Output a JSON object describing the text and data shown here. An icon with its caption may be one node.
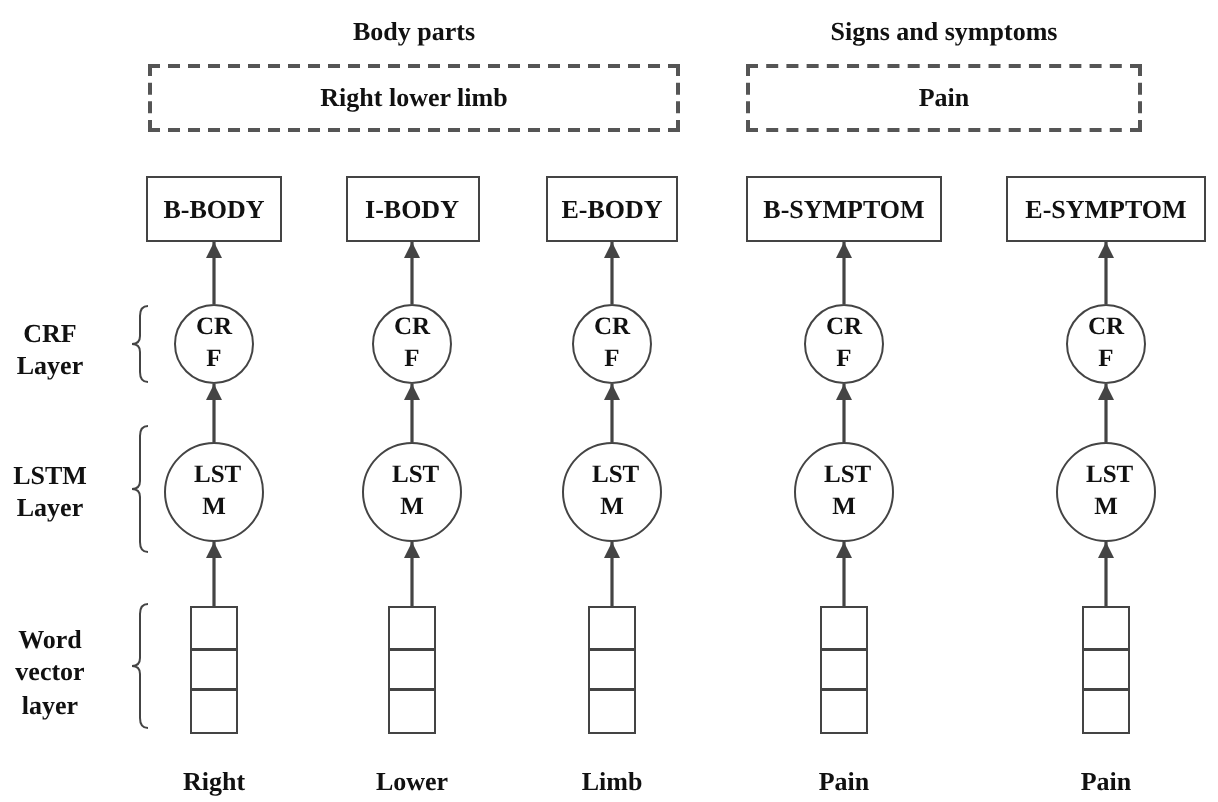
{
  "diagram": {
    "nodes": [
      {
        "text": [
          "Body parts",
          "Right lower limb"
        ]
      },
      {
        "text": [
          "Signs and symptoms",
          "Pain"
        ]
      },
      {
        "text": [
          "B-BODY"
        ]
      },
      {
        "text": [
          "I-BODY"
        ]
      },
      {
        "text": [
          "E-BODY"
        ]
      },
      {
        "text": [
          "B-SYMPTOM"
        ]
      },
      {
        "text": [
          "E-SYMPTOM"
        ]
      },
      {
        "text": [
          "CR F"
        ]
      },
      {
        "text": [
          "CR F"
        ]
      },
      {
        "text": [
          "CR F"
        ]
      },
      {
        "text": [
          "CR F"
        ]
      },
      {
        "text": [
          "CR F"
        ]
      },
      {
        "text": [
          "LST M"
        ]
      },
      {
        "text": [
          "LST M"
        ]
      },
      {
        "text": [
          "LST M"
        ]
      },
      {
        "text": [
          "LST M"
        ]
      },
      {
        "text": [
          "LST M"
        ]
      },
      {
        "text": [],
        "shape": "box",
        "beside": [
          "Right"
        ]
      },
      {
        "text": [],
        "shape": "box",
        "beside": [
          "Lower"
        ]
      },
      {
        "text": [],
        "shape": "box",
        "beside": [
          "Limb"
        ]
      },
      {
        "text": [],
        "shape": "box",
        "beside": [
          "Pain"
        ]
      },
      {
        "text": [],
        "shape": "box",
        "beside": [
          "Pain"
        ]
      }
    ],
    "edges": [
      {
        "from": 17,
        "to": 12,
        "arrow": "to"
      },
      {
        "from": 18,
        "to": 13,
        "arrow": "to"
      },
      {
        "from": 19,
        "to": 14,
        "arrow": "to"
      },
      {
        "from": 20,
        "to": 15,
        "arrow": "to"
      },
      {
        "from": 21,
        "to": 16,
        "arrow": "to"
      },
      {
        "from": 12,
        "to": 7,
        "arrow": "to"
      },
      {
        "from": 13,
        "to": 8,
        "arrow": "to"
      },
      {
        "from": 14,
        "to": 9,
        "arrow": "to"
      },
      {
        "from": 15,
        "to": 10,
        "arrow": "to"
      },
      {
        "from": 16,
        "to": 11,
        "arrow": "to"
      },
      {
        "from": 7,
        "to": 2,
        "arrow": "to"
      },
      {
        "from": 8,
        "to": 3,
        "arrow": "to"
      },
      {
        "from": 9,
        "to": 4,
        "arrow": "to"
      },
      {
        "from": 10,
        "to": 5,
        "arrow": "to"
      },
      {
        "from": 11,
        "to": 6,
        "arrow": "to"
      }
    ],
    "labels": [
      "CRF Layer",
      "LSTM Layer",
      "Word vector layer"
    ]
  }
}
